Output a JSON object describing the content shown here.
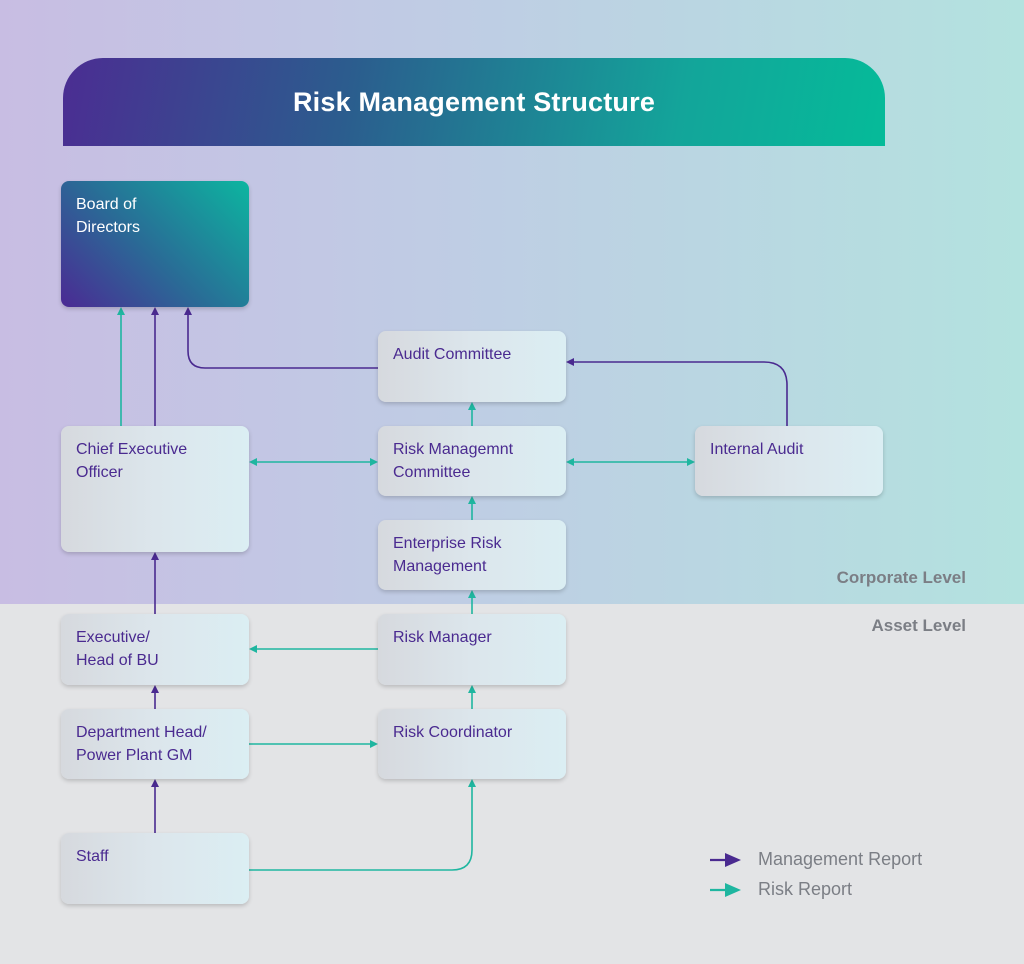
{
  "title": "Risk Management Structure",
  "levels": {
    "corporate": "Corporate Level",
    "asset": "Asset Level"
  },
  "colors": {
    "management": "#4a2a90",
    "risk": "#1fb6a0"
  },
  "nodes": {
    "board": "Board of\nDirectors",
    "ceo": "Chief Executive\nOfficer",
    "audit_committee": "Audit Committee",
    "risk_committee": "Risk Managemnt\nCommittee",
    "internal_audit": "Internal Audit",
    "erm": "Enterprise Risk\nManagement",
    "exec": "Executive/\nHead of BU",
    "risk_manager": "Risk Manager",
    "dept_head": "Department Head/\nPower Plant GM",
    "risk_coordinator": "Risk Coordinator",
    "staff": "Staff"
  },
  "legend": {
    "management": "Management Report",
    "risk": "Risk Report"
  }
}
